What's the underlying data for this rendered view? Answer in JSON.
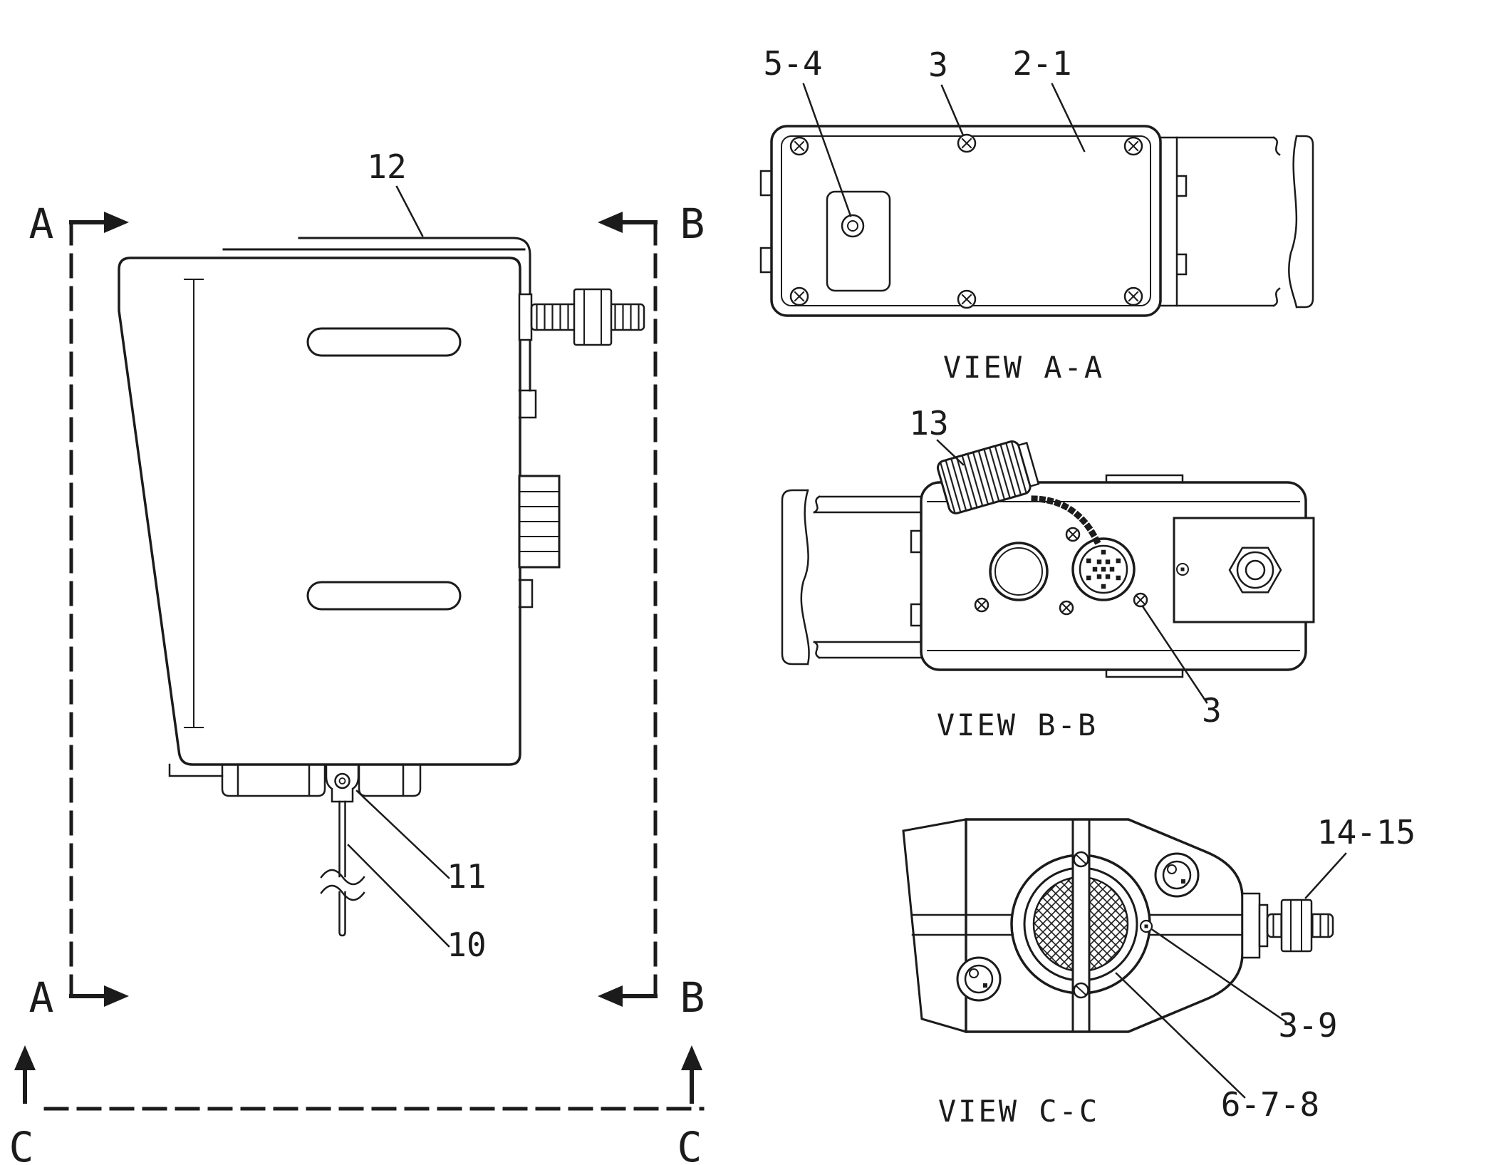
{
  "drawing": {
    "background": "#ffffff",
    "ink": "#1b1b1b"
  },
  "section_markers": {
    "a": "A",
    "b": "B",
    "c": "C"
  },
  "main_view": {
    "callouts": {
      "mounting_bracket": "12",
      "cable_clamp": "11",
      "harness": "10"
    }
  },
  "view_aa": {
    "title": "VIEW A-A",
    "callouts": {
      "plug": "5-4",
      "screw": "3",
      "cover": "2-1"
    }
  },
  "view_bb": {
    "title": "VIEW B-B",
    "callouts": {
      "dust_cap": "13",
      "screw": "3"
    }
  },
  "view_cc": {
    "title": "VIEW C-C",
    "callouts": {
      "mounting_hardware": "14-15",
      "screw": "3-9",
      "grille": "6-7-8"
    }
  }
}
